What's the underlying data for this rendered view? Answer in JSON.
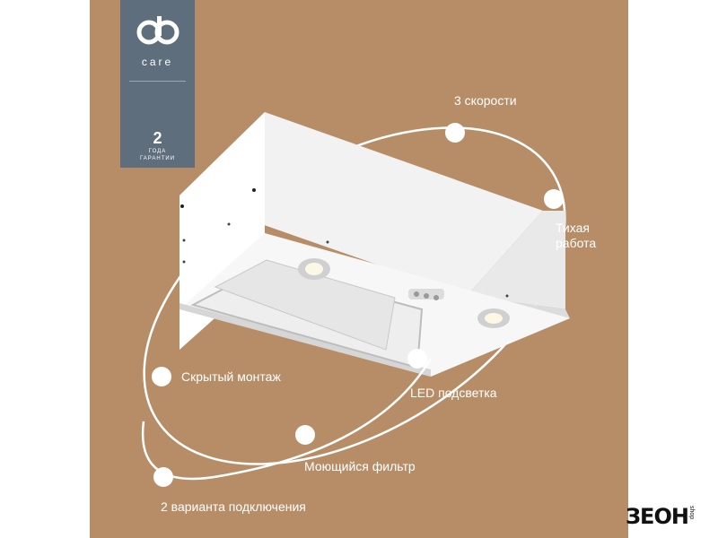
{
  "brand": {
    "care_text": "care",
    "warranty_years": "2",
    "warranty_line1": "ГОДА",
    "warranty_line2": "ГАРАНТИИ"
  },
  "features": {
    "speeds": "3 скорости",
    "quiet_line1": "Тихая",
    "quiet_line2": "работа",
    "hidden_mount": "Скрытый монтаж",
    "led": "LED подсветка",
    "filter": "Моющийся фильтр",
    "connection": "2 варианта подключения"
  },
  "store_logo": {
    "name": "ЗЕОН",
    "shop": "shop"
  },
  "colors": {
    "background": "#b68d67",
    "badge": "#5e6e7c",
    "accent": "#ffffff"
  }
}
